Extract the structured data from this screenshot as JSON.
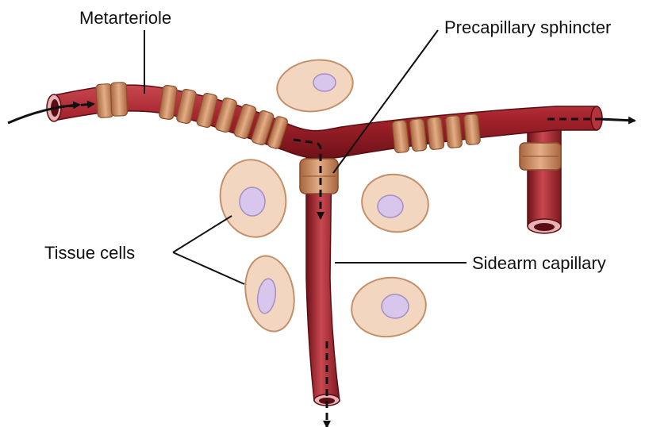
{
  "labels": {
    "metarteriole": "Metarteriole",
    "precapillary_sphincter": "Precapillary sphincter",
    "tissue_cells": "Tissue cells",
    "sidearm_capillary": "Sidearm capillary"
  },
  "colors": {
    "vessel": "#a3222b",
    "vessel_highlight": "#c94850",
    "vessel_dark": "#6e1118",
    "vessel_lumen": "#5a0e14",
    "smooth_muscle": "#d4956d",
    "smooth_muscle_dark": "#a8663f",
    "cell_fill": "#f3d6bf",
    "cell_stroke": "#c4906a",
    "nucleus": "#d9c6ec",
    "nucleus_stroke": "#a38fc2",
    "arrow": "#111111"
  }
}
